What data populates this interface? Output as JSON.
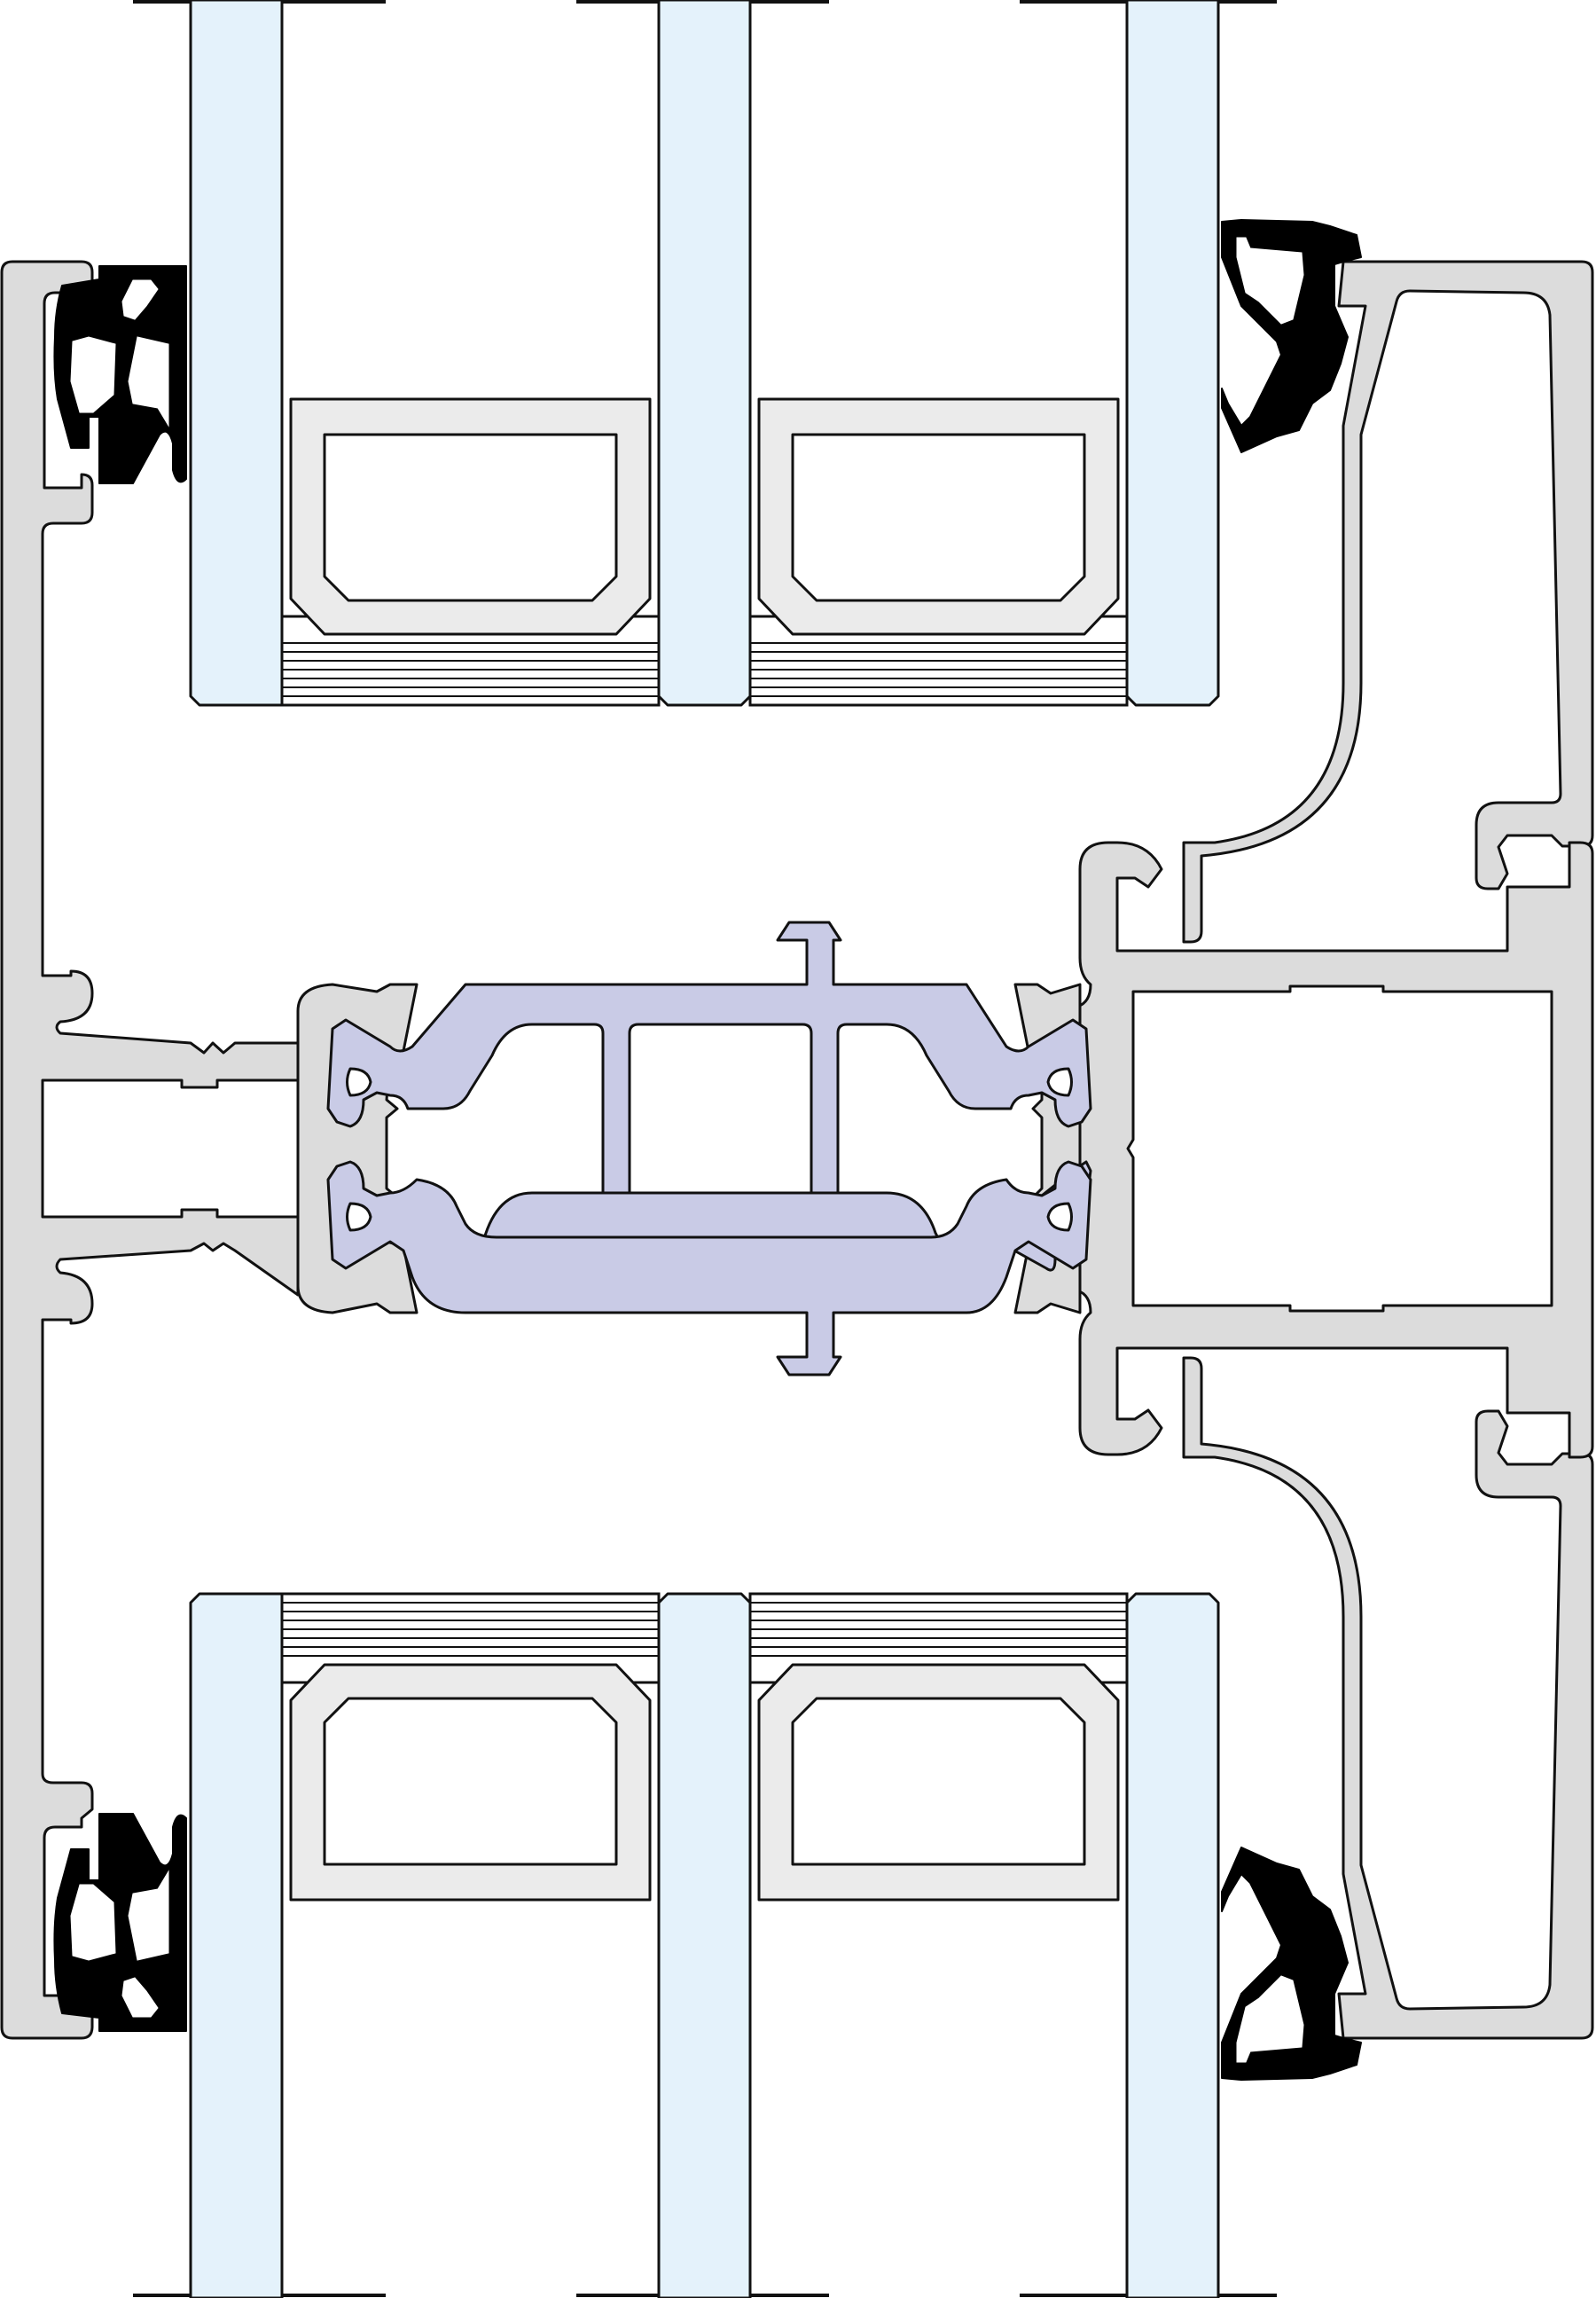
{
  "colors": {
    "aluminium": "#dcdcdc",
    "glass": "#e4f2fb",
    "thermal_break": "#c9cbe6",
    "gasket": "#000000",
    "spacer": "#ebebeb",
    "outline": "#111111"
  },
  "components": {
    "glass_panes": 6,
    "spacer_bars": 4,
    "gaskets": 4,
    "thermal_break_profiles": 1
  }
}
